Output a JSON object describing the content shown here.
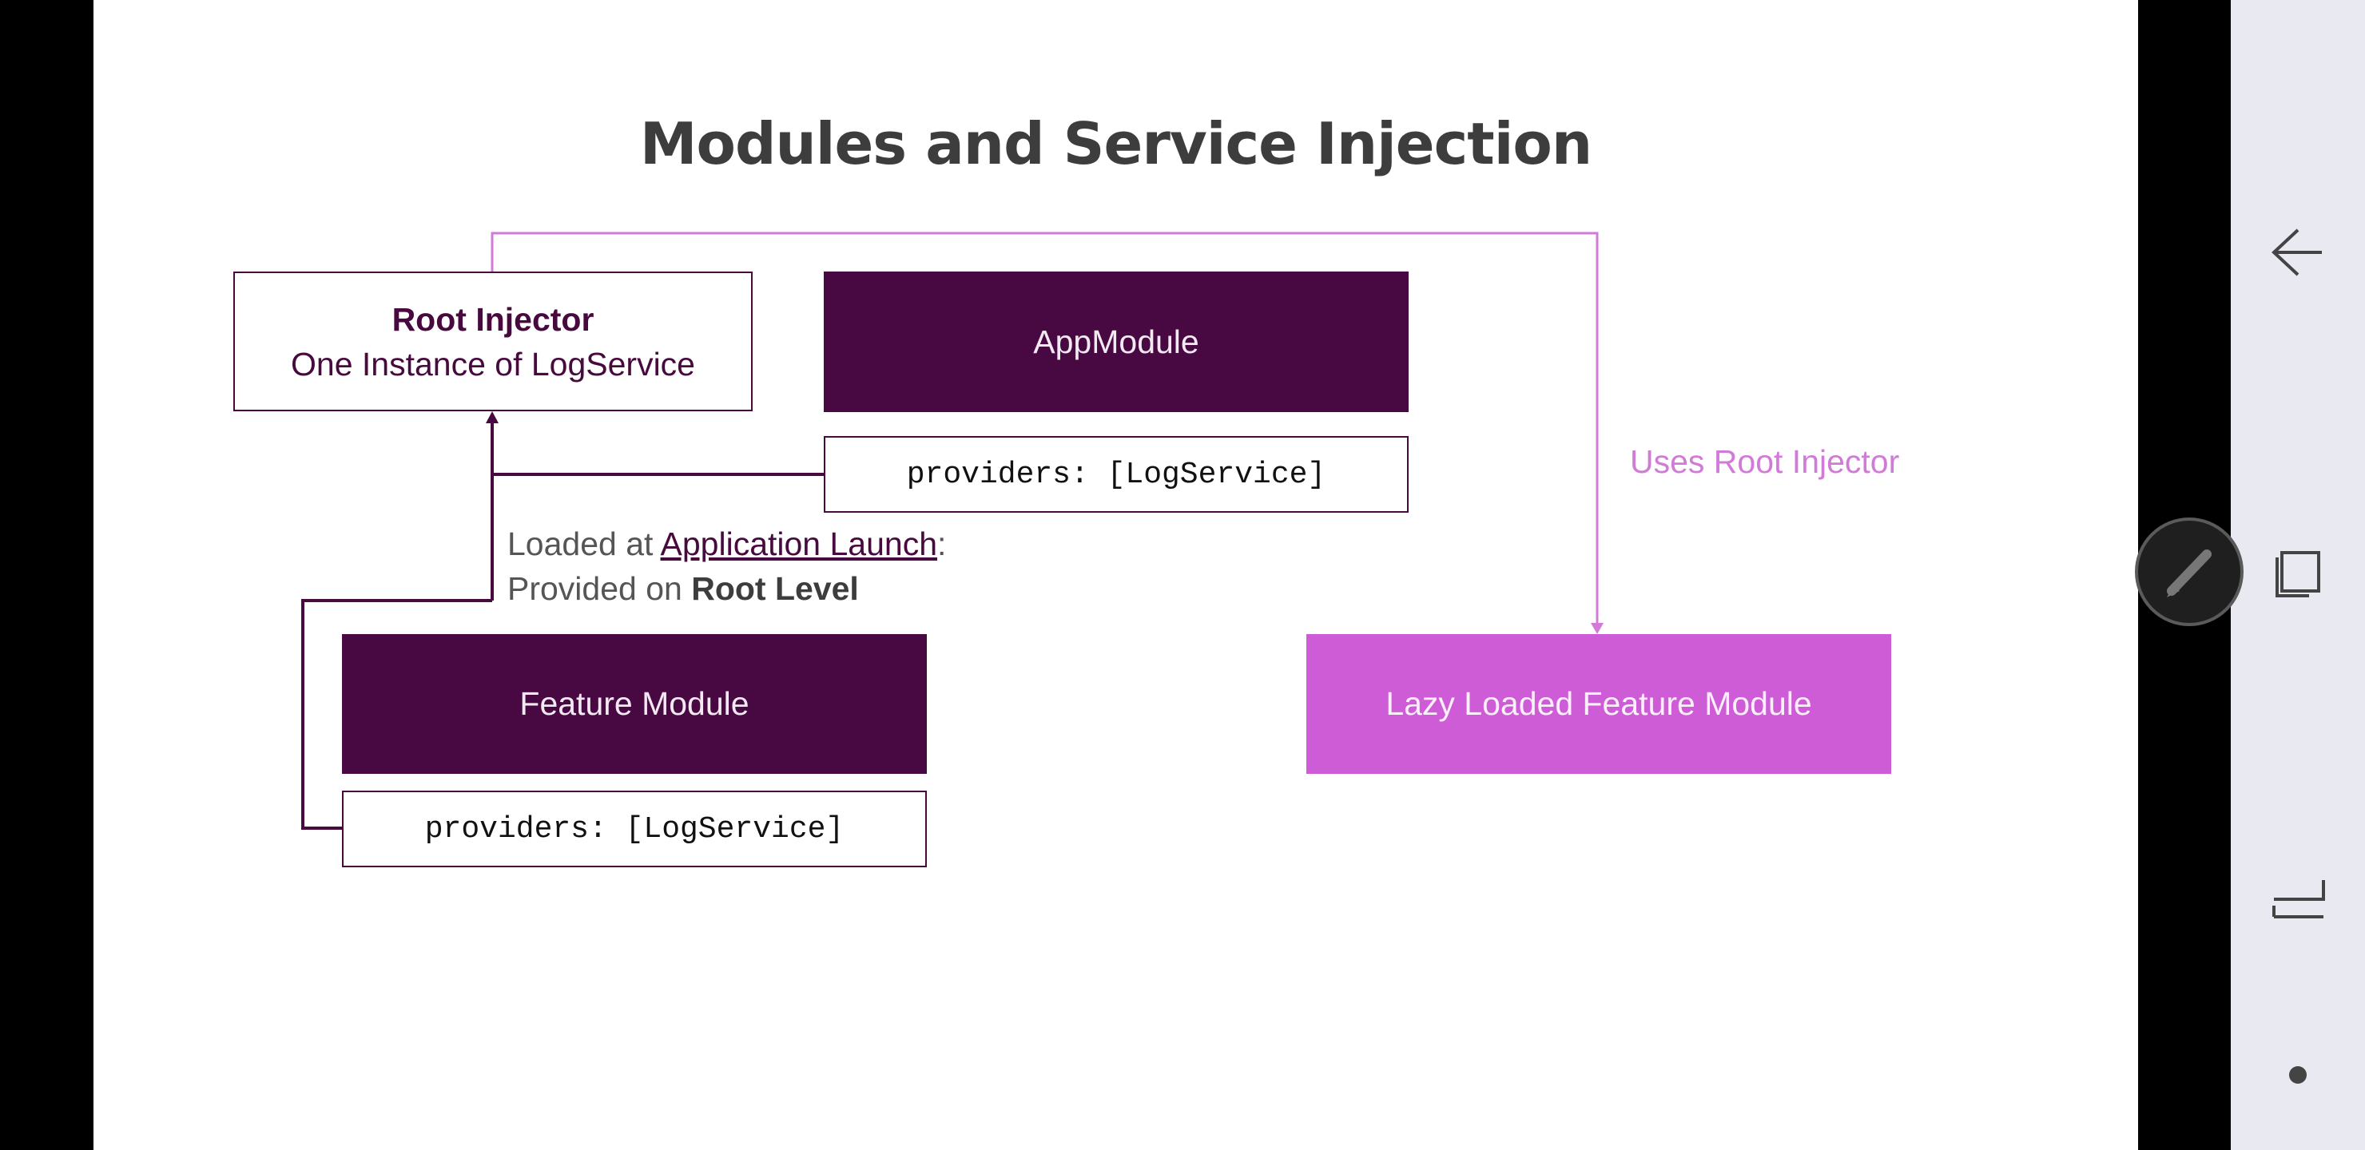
{
  "slide": {
    "title": "Modules and Service Injection",
    "root_injector": {
      "title": "Root Injector",
      "subtitle": "One Instance of LogService"
    },
    "app_module": {
      "label": "AppModule",
      "providers": "providers: [LogService]"
    },
    "feature_module": {
      "label": "Feature Module",
      "providers": "providers: [LogService]"
    },
    "lazy_module": {
      "label": "Lazy Loaded Feature Module"
    },
    "note": {
      "prefix": "Loaded at ",
      "link": "Application Launch",
      "suffix": ":",
      "line2_prefix": "Provided on ",
      "line2_bold": "Root Level"
    },
    "uses_label": "Uses Root Injector"
  },
  "colors": {
    "dark_purple": "#480942",
    "lazy_pink": "#cd5cd6",
    "connector_light": "#d27ad8"
  },
  "nav": {
    "icons": [
      "back-icon",
      "recent-apps-icon",
      "swap-icon",
      "home-dot-icon"
    ],
    "floating": "pen-icon"
  }
}
